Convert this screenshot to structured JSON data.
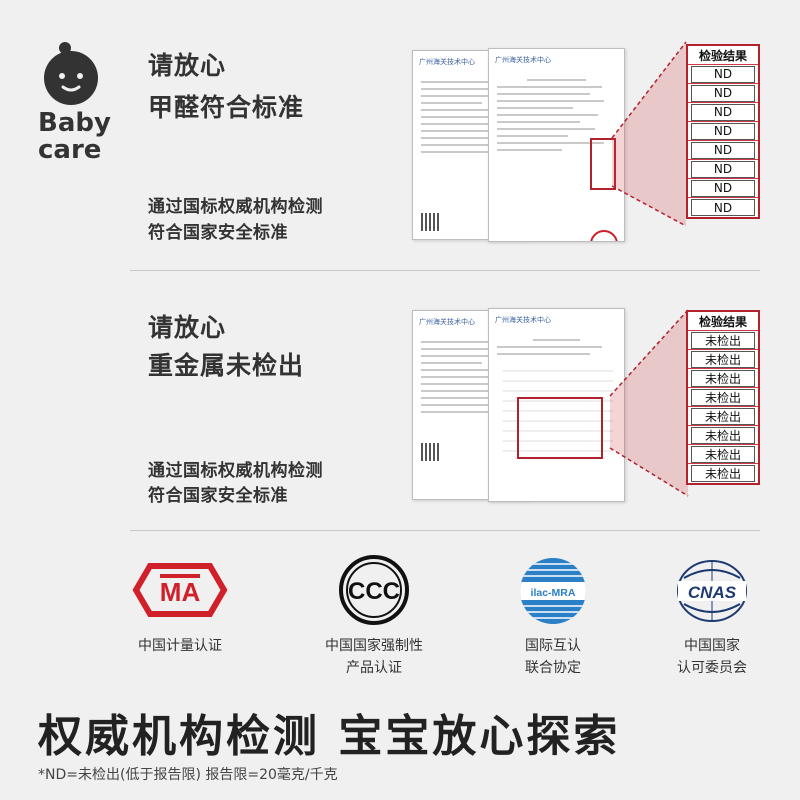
{
  "brand": {
    "name_line1": "Baby",
    "name_line2": "care"
  },
  "section1": {
    "title_line1": "请放心",
    "title_line2": "甲醛符合标准",
    "sub_line1": "通过国标权威机构检测",
    "sub_line2": "符合国家安全标准",
    "doc_header": "广州海关技术中心",
    "table_header": "检验结果",
    "results": [
      "ND",
      "ND",
      "ND",
      "ND",
      "ND",
      "ND",
      "ND",
      "ND"
    ]
  },
  "section2": {
    "title_line1": "请放心",
    "title_line2": "重金属未检出",
    "sub_line1": "通过国标权威机构检测",
    "sub_line2": "符合国家安全标准",
    "doc_header": "广州海关技术中心",
    "table_header": "检验结果",
    "results": [
      "未检出",
      "未检出",
      "未检出",
      "未检出",
      "未检出",
      "未检出",
      "未检出",
      "未检出"
    ]
  },
  "certs": [
    {
      "icon": "cma-logo",
      "badge_text": "MA",
      "line1": "中国计量认证",
      "line2": ""
    },
    {
      "icon": "ccc-logo",
      "badge_text": "CCC",
      "line1": "中国国家强制性",
      "line2": "产品认证"
    },
    {
      "icon": "ilac-mra-logo",
      "badge_text": "ilac-MRA",
      "line1": "国际互认",
      "line2": "联合协定"
    },
    {
      "icon": "cnas-logo",
      "badge_text": "CNAS",
      "line1": "中国国家",
      "line2": "认可委员会"
    }
  ],
  "colors": {
    "accent_red": "#b1222c",
    "cma_red": "#d0202a",
    "ilac_blue": "#2a7fc6",
    "cnas_navy": "#1d3a73"
  },
  "bottom": {
    "headline": "权威机构检测  宝宝放心探索",
    "footnote": "*ND=未检出(低于报告限) 报告限=20毫克/千克"
  }
}
